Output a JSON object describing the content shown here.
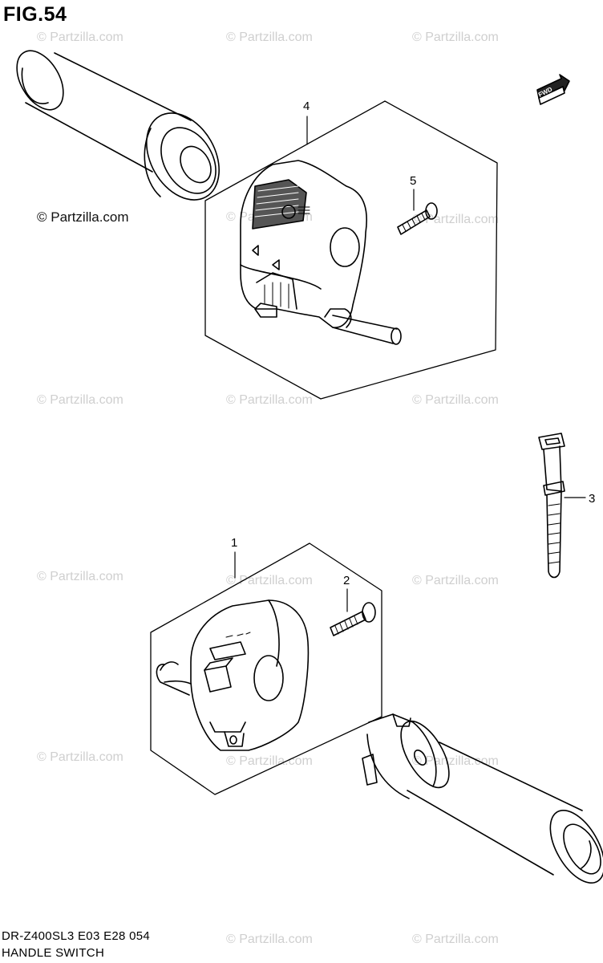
{
  "figure": {
    "title": "FIG.54",
    "fwd_label": "FWD"
  },
  "watermarks": {
    "text": "© Partzilla.com",
    "main_text": "© Partzilla.com"
  },
  "callouts": {
    "c1": "1",
    "c2": "2",
    "c3": "3",
    "c4": "4",
    "c5": "5"
  },
  "footer": {
    "model_line": "DR-Z400SL3  E03  E28  054",
    "name_line": "HANDLE SWITCH"
  }
}
